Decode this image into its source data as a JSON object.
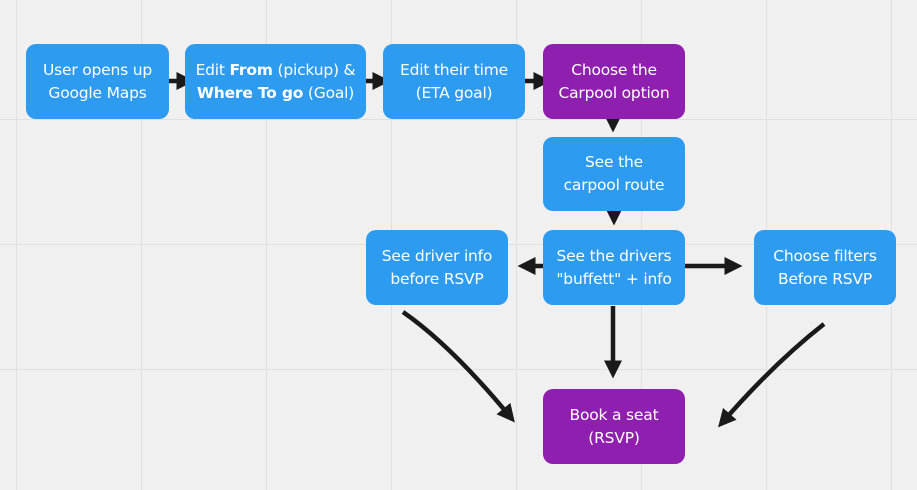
{
  "colors": {
    "step": "#2d9bf0",
    "key_step": "#8f1fae",
    "arrow": "#1a1a1a",
    "background": "#f0f0f0",
    "grid": "#e0e0e0"
  },
  "nodes": {
    "open_maps": {
      "line1": "User opens up",
      "line2": "Google Maps"
    },
    "edit_from": {
      "from_bold": "From",
      "line1_pre": "Edit ",
      "line1_post": " (pickup) &",
      "where_bold": "Where To go",
      "line2_post": " (Goal)"
    },
    "edit_time": {
      "line1": "Edit their time",
      "line2": "(ETA goal)"
    },
    "choose_carpool": {
      "line1": "Choose the",
      "line2": "Carpool option"
    },
    "see_route": {
      "line1": "See the",
      "line2": "carpool route"
    },
    "see_drivers": {
      "line1": "See the drivers",
      "line2": "\"buffett\" + info"
    },
    "driver_info": {
      "line1": "See driver info",
      "line2": "before RSVP"
    },
    "choose_filters": {
      "line1": "Choose filters",
      "line2": "Before RSVP"
    },
    "book_seat": {
      "line1": "Book a seat",
      "line2": "(RSVP)"
    }
  }
}
